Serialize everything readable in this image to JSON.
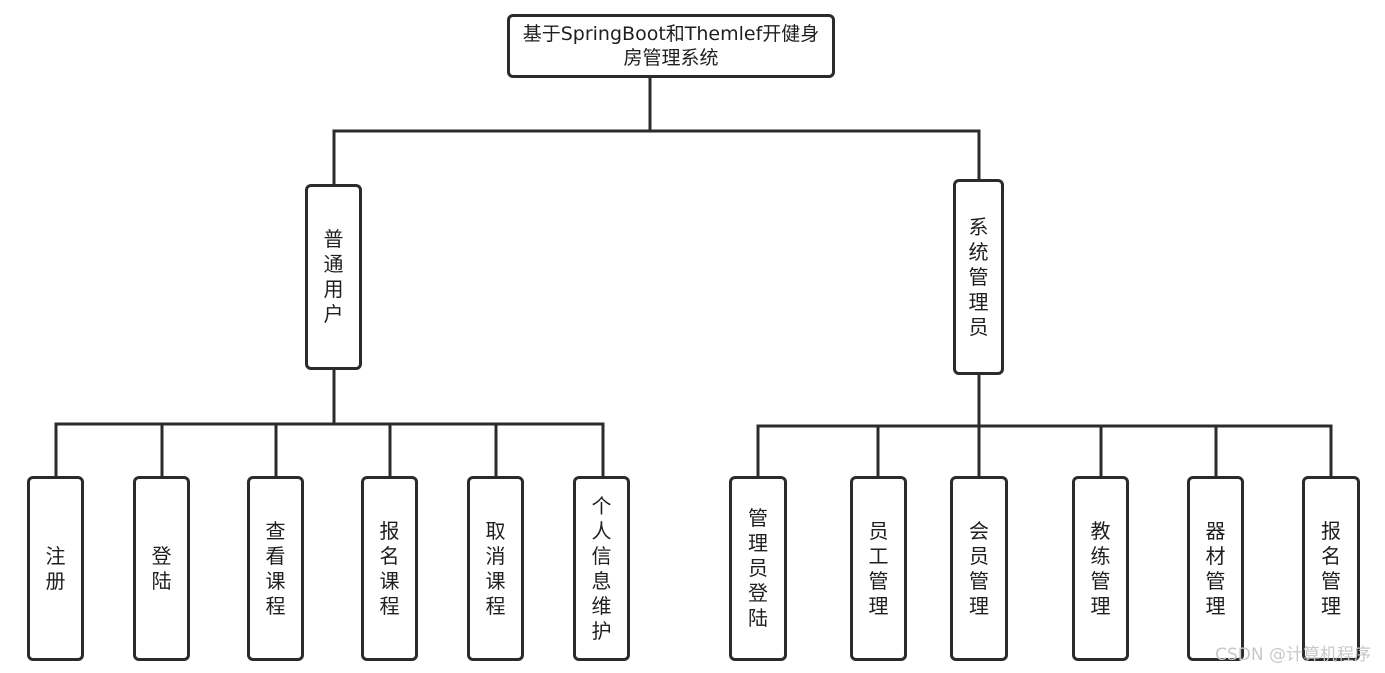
{
  "root": {
    "label": "基于SpringBoot和Themlef开健身房管理系统"
  },
  "branches": [
    {
      "label": "普通用户",
      "children": [
        "注册",
        "登陆",
        "查看课程",
        "报名课程",
        "取消课程",
        "个人信息维护"
      ]
    },
    {
      "label": "系统管理员",
      "children": [
        "管理员登陆",
        "员工管理",
        "会员管理",
        "教练管理",
        "器材管理",
        "报名管理"
      ]
    }
  ],
  "watermark": "CSDN @计算机程序"
}
